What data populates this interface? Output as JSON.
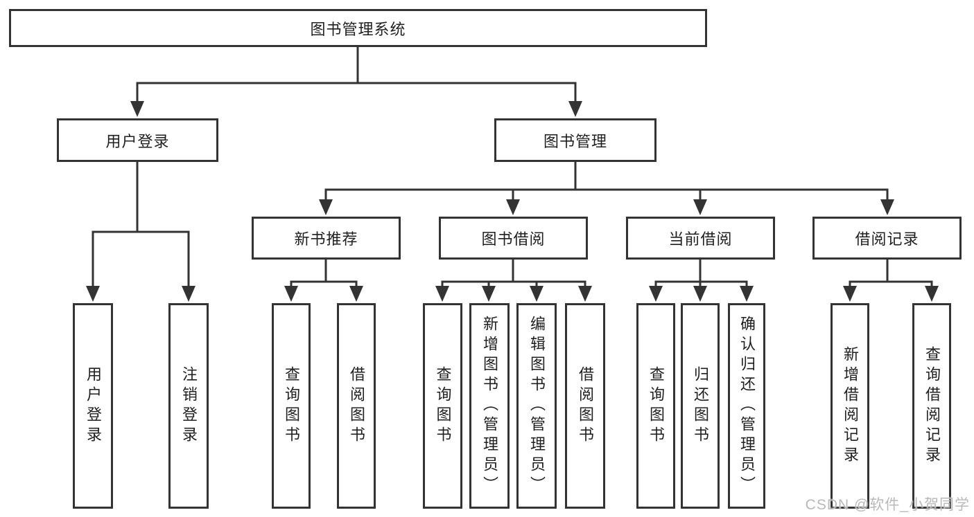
{
  "diagram": {
    "title": "图书管理系统",
    "user_login": {
      "label": "用户登录",
      "children": {
        "login": "用户登录",
        "logout": "注销登录"
      }
    },
    "book_mgmt": {
      "label": "图书管理",
      "new_books": {
        "label": "新书推荐",
        "children": {
          "query": "查询图书",
          "borrow": "借阅图书"
        }
      },
      "borrowing": {
        "label": "图书借阅",
        "children": {
          "query": "查询图书",
          "add": "新增图书（管理员）",
          "edit": "编辑图书（管理员）",
          "borrow": "借阅图书"
        }
      },
      "current": {
        "label": "当前借阅",
        "children": {
          "query": "查询图书",
          "return": "归还图书",
          "confirm": "确认归还（管理员）"
        }
      },
      "records": {
        "label": "借阅记录",
        "children": {
          "add": "新增借阅记录",
          "query": "查询借阅记录"
        }
      }
    }
  },
  "watermark": {
    "text": "CSDN @软件_小贺同学"
  },
  "colors": {
    "line": "#333333",
    "text": "#1f1f1f",
    "watermark": "#b9b9b9",
    "background": "#ffffff"
  }
}
